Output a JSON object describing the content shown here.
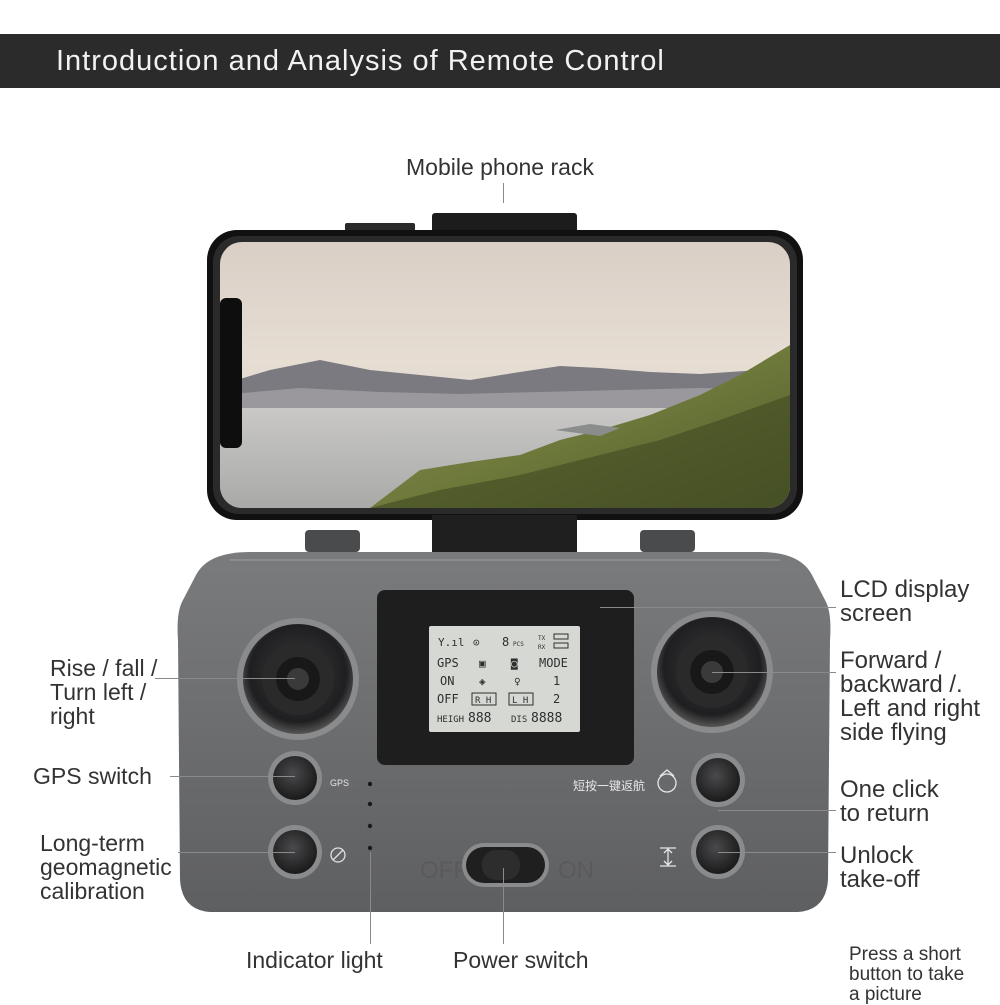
{
  "header": {
    "title": "Introduction and Analysis of Remote Control"
  },
  "labels": {
    "phone_rack": "Mobile phone rack",
    "lcd": [
      "LCD display",
      "screen"
    ],
    "left_stick": [
      "Rise / fall /",
      "Turn left /",
      "right"
    ],
    "right_stick": [
      "Forward /",
      "backward /.",
      "Left and right",
      "side flying"
    ],
    "gps_switch": "GPS switch",
    "one_click_return": [
      "One click",
      "to return"
    ],
    "calibration": [
      "Long-term",
      "geomagnetic",
      "calibration"
    ],
    "unlock": [
      "Unlock",
      "take-off"
    ],
    "indicator": "Indicator light",
    "power": "Power switch",
    "photo": [
      "Press a short",
      "button to take",
      "a picture"
    ]
  },
  "device": {
    "gps_text": "GPS",
    "return_text": "短按一键返航",
    "off_text": "OFF",
    "on_text": "ON",
    "lcd": {
      "row1": [
        "Y.ıl",
        "⊙",
        "8",
        "PCS",
        "TX",
        "RX"
      ],
      "row2": [
        "GPS",
        "▣",
        "◙",
        "MODE"
      ],
      "row3": [
        "ON",
        "◈",
        "♀",
        "1"
      ],
      "row4": [
        "OFF",
        "R H",
        "L H",
        "2"
      ],
      "row5": [
        "HEIGH",
        "888",
        "DIS",
        "8888"
      ]
    }
  },
  "colors": {
    "banner": "#2b2b2b",
    "body": "#6d6e70",
    "lcd_bg": "#1e1e1e",
    "lcd_screen": "#d6d9d3"
  }
}
